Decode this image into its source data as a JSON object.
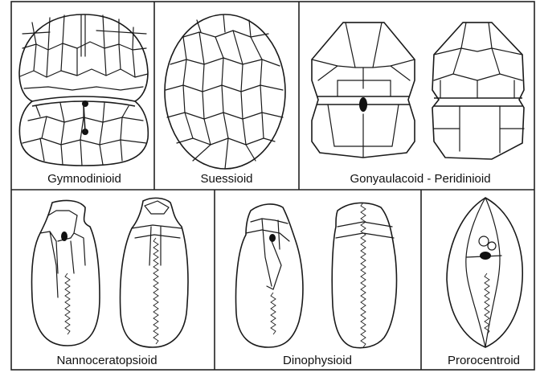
{
  "labels": {
    "gymnodinioid": "Gymnodinioid",
    "suessioid": "Suessioid",
    "gonyaulacoid": "Gonyaulacoid - Peridinioid",
    "nannoceratopsioid": "Nannoceratopsioid",
    "dinophysioid": "Dinophysioid",
    "prorocentroid": "Prorocentroid"
  }
}
